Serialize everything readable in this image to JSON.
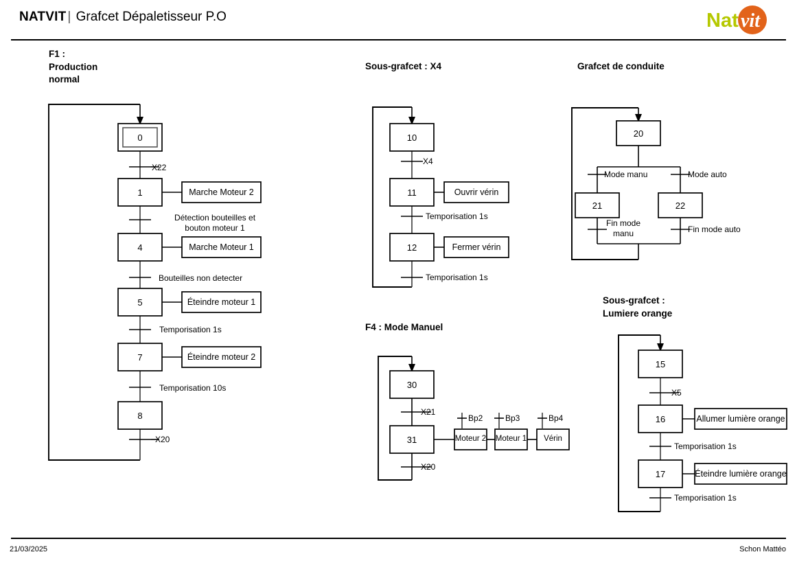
{
  "header": {
    "brand": "NATVIT",
    "separator": "|",
    "subtitle": "Grafcet Dépaletisseur P.O"
  },
  "logo": {
    "text_light": "Nat",
    "text_italic": "vit",
    "color_green": "#b5c800",
    "color_orange": "#e2631a"
  },
  "footer": {
    "date": "21/03/2025",
    "author": "Schon Mattéo"
  },
  "sections": {
    "f1": {
      "title": "F1 :\nProduction\nnormal",
      "steps": [
        {
          "id": "0",
          "initial": true
        },
        {
          "id": "1",
          "initial": false
        },
        {
          "id": "4",
          "initial": false
        },
        {
          "id": "5",
          "initial": false
        },
        {
          "id": "7",
          "initial": false
        },
        {
          "id": "8",
          "initial": false
        }
      ],
      "transitions": [
        {
          "label": "X22"
        },
        {
          "label": "Détection bouteilles et\nbouton moteur 1"
        },
        {
          "label": "Bouteilles non detecter"
        },
        {
          "label": "Temporisation 1s"
        },
        {
          "label": "Temporisation 10s"
        },
        {
          "label": "X20"
        }
      ],
      "actions": [
        {
          "step": "1",
          "label": "Marche Moteur 2"
        },
        {
          "step": "4",
          "label": "Marche Moteur 1"
        },
        {
          "step": "5",
          "label": "Éteindre moteur 1"
        },
        {
          "step": "7",
          "label": "Éteindre moteur 2"
        }
      ]
    },
    "x4": {
      "title": "Sous-grafcet : X4",
      "steps": [
        {
          "id": "10"
        },
        {
          "id": "11"
        },
        {
          "id": "12"
        }
      ],
      "transitions": [
        {
          "label": "X4"
        },
        {
          "label": "Temporisation 1s"
        },
        {
          "label": "Temporisation 1s"
        }
      ],
      "actions": [
        {
          "step": "11",
          "label": "Ouvrir vérin"
        },
        {
          "step": "12",
          "label": "Fermer vérin"
        }
      ]
    },
    "conduite": {
      "title": "Grafcet de conduite",
      "steps": [
        {
          "id": "20"
        },
        {
          "id": "21"
        },
        {
          "id": "22"
        }
      ],
      "transitions": [
        {
          "label": "Mode manu"
        },
        {
          "label": "Mode auto"
        },
        {
          "label": "Fin mode\nmanu"
        },
        {
          "label": "Fin mode auto"
        }
      ]
    },
    "manuel": {
      "title": "F4 : Mode Manuel",
      "steps": [
        {
          "id": "30"
        },
        {
          "id": "31"
        }
      ],
      "transitions": [
        {
          "label": "X21"
        },
        {
          "label": "X20"
        }
      ],
      "actions": [
        {
          "label": "Moteur 2",
          "condition": "Bp2"
        },
        {
          "label": "Moteur 1",
          "condition": "Bp3"
        },
        {
          "label": "Vérin",
          "condition": "Bp4"
        }
      ]
    },
    "lumiere": {
      "title": "Sous-grafcet :\nLumiere orange",
      "steps": [
        {
          "id": "15"
        },
        {
          "id": "16"
        },
        {
          "id": "17"
        }
      ],
      "transitions": [
        {
          "label": "X5"
        },
        {
          "label": "Temporisation 1s"
        },
        {
          "label": "Temporisation 1s"
        }
      ],
      "actions": [
        {
          "step": "16",
          "label": "Allumer lumière orange"
        },
        {
          "step": "17",
          "label": "Éteindre lumière orange"
        }
      ]
    }
  }
}
